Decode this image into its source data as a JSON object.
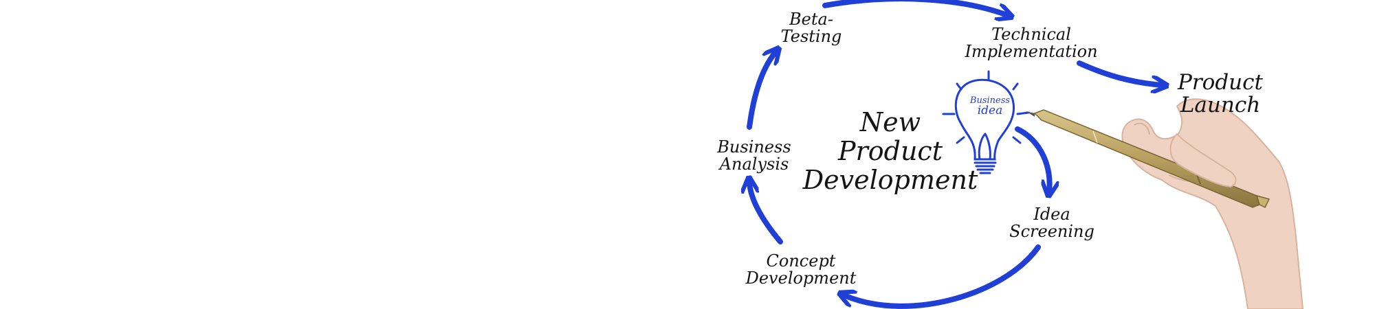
{
  "colors": {
    "arrow": "#1f3fd6",
    "ink": "#141414",
    "skin": "#efd2c1",
    "pen": "#b89f5f"
  },
  "diagram": {
    "center_title": [
      "New",
      "Product",
      "Development"
    ],
    "bulb_text": [
      "Business",
      "idea"
    ],
    "stages": {
      "beta_testing": [
        "Beta-",
        "Testing"
      ],
      "technical_implementation": [
        "Technical",
        "Implementation"
      ],
      "product_launch": [
        "Product",
        "Launch"
      ],
      "business_analysis": [
        "Business",
        "Analysis"
      ],
      "idea_screening": [
        "Idea",
        "Screening"
      ],
      "concept_development": [
        "Concept",
        "Development"
      ]
    }
  },
  "icons": {
    "bulb": "lightbulb-icon",
    "hand": "hand-holding-pen"
  }
}
